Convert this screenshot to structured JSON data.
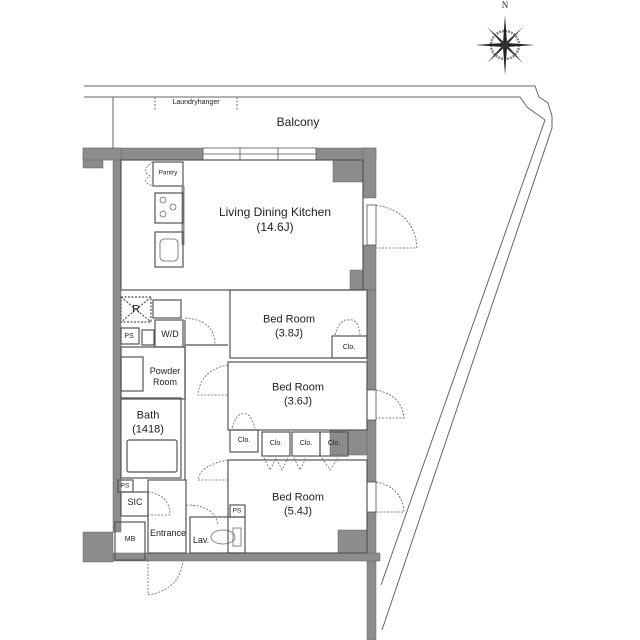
{
  "plan": {
    "compass": {
      "north_label": "N",
      "icon": "compass-rose-icon"
    },
    "balcony": {
      "label": "Balcony",
      "laundry_label": "Laundryhanger"
    },
    "rooms": {
      "ldk": {
        "name": "Living Dining Kitchen",
        "size": "(14.6J)"
      },
      "bed1": {
        "name": "Bed Room",
        "size": "(3.8J)"
      },
      "bed2": {
        "name": "Bed Room",
        "size": "(3.6J)"
      },
      "bed3": {
        "name": "Bed Room",
        "size": "(5.4J)"
      },
      "powder": {
        "name": "Powder\nRoom",
        "line1": "Powder",
        "line2": "Room"
      },
      "bath": {
        "name": "Bath",
        "size": "(1418)"
      },
      "entrance": {
        "name": "Entrance"
      },
      "lav": {
        "name": "Lav."
      },
      "sic": {
        "name": "SIC"
      },
      "mb": {
        "name": "MB"
      },
      "pantry": {
        "name": "Pantry"
      },
      "refrigerator": {
        "name": "R"
      },
      "washer": {
        "name": "W/D"
      }
    },
    "closets": [
      "Clo.",
      "Clo.",
      "Clo.",
      "Clo.",
      "Clo."
    ],
    "pipe_spaces": [
      "PS",
      "PS",
      "PS"
    ],
    "colors": {
      "wall": "#8c8c8c",
      "line": "#555555",
      "background": "#ffffff"
    }
  }
}
